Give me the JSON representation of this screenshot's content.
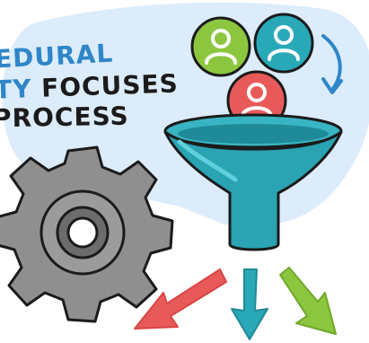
{
  "caption": {
    "line1": "EDURAL",
    "line2_part_blue": "TY",
    "line2_part_dark": " FOCUSES",
    "line3": "PROCESS"
  },
  "icons": [
    "gear-icon",
    "funnel-icon",
    "user-icon",
    "arrow-icon"
  ],
  "colors": {
    "blob": "#dcecfb",
    "accent_blue": "#2f86c8",
    "green": "#8cc63f",
    "teal": "#29a9b8",
    "red": "#e85a5a",
    "gear": "#8f8f8f",
    "outline": "#1b1b1b"
  }
}
